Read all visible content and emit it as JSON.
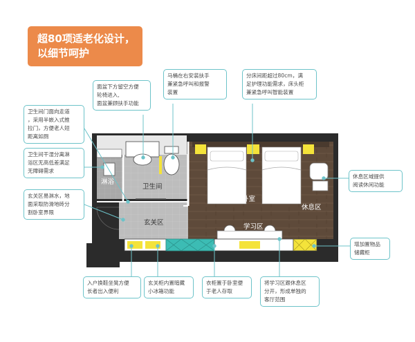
{
  "banner": {
    "line1": "超80项适老化设计，",
    "line2": "以细节呵护"
  },
  "notes": {
    "basin": [
      "面盆下方留空方便",
      "轮椅进入,",
      "面盆兼顾扶手功能"
    ],
    "toilet": [
      "马桶在右安装扶手",
      "兼紧急呼叫和报警",
      "装置"
    ],
    "bed": [
      "分床间距超过80cm，满",
      "足护理功能需求，床头柜",
      "兼紧急呼叫智能装置"
    ],
    "door": [
      "卫生间门面向走道",
      "，采用半嵌入式推",
      "拉门，方便老人短",
      "距离如厕"
    ],
    "dryWet": [
      "卫生间干湿分离淋",
      "浴区无高低差满足",
      "无障碍需求"
    ],
    "entry": [
      "玄关区易淋水，地",
      "面采取防滑地砖分",
      "割卧室界限"
    ],
    "rest": [
      "休息区域提供",
      "阅读休闲功能"
    ],
    "storage": [
      "增加置物品",
      "储藏柜"
    ],
    "shoe": [
      "入户换鞋坐凳方便",
      "长者出入便利"
    ],
    "fridge": [
      "玄关柜内置暗藏",
      "小冰箱功能"
    ],
    "wardrobe": [
      "衣柜置于卧室便",
      "于老人存取"
    ],
    "study": [
      "将学习区跟休息区",
      "分开，形成单独的",
      "客厅范围"
    ]
  },
  "rooms": {
    "shower": "淋浴",
    "bathroom": "卫生间",
    "entry": "玄关区",
    "bedroom": "卧室",
    "rest": "休息区",
    "study": "学习区"
  },
  "colors": {
    "accent": "#ec8a4a",
    "callout": "#6cc3c9",
    "floor": "#5e4a3a",
    "highlight": "#f4e33a",
    "cabinet": "#3cbcb4",
    "wall": "#2b2b2b"
  }
}
